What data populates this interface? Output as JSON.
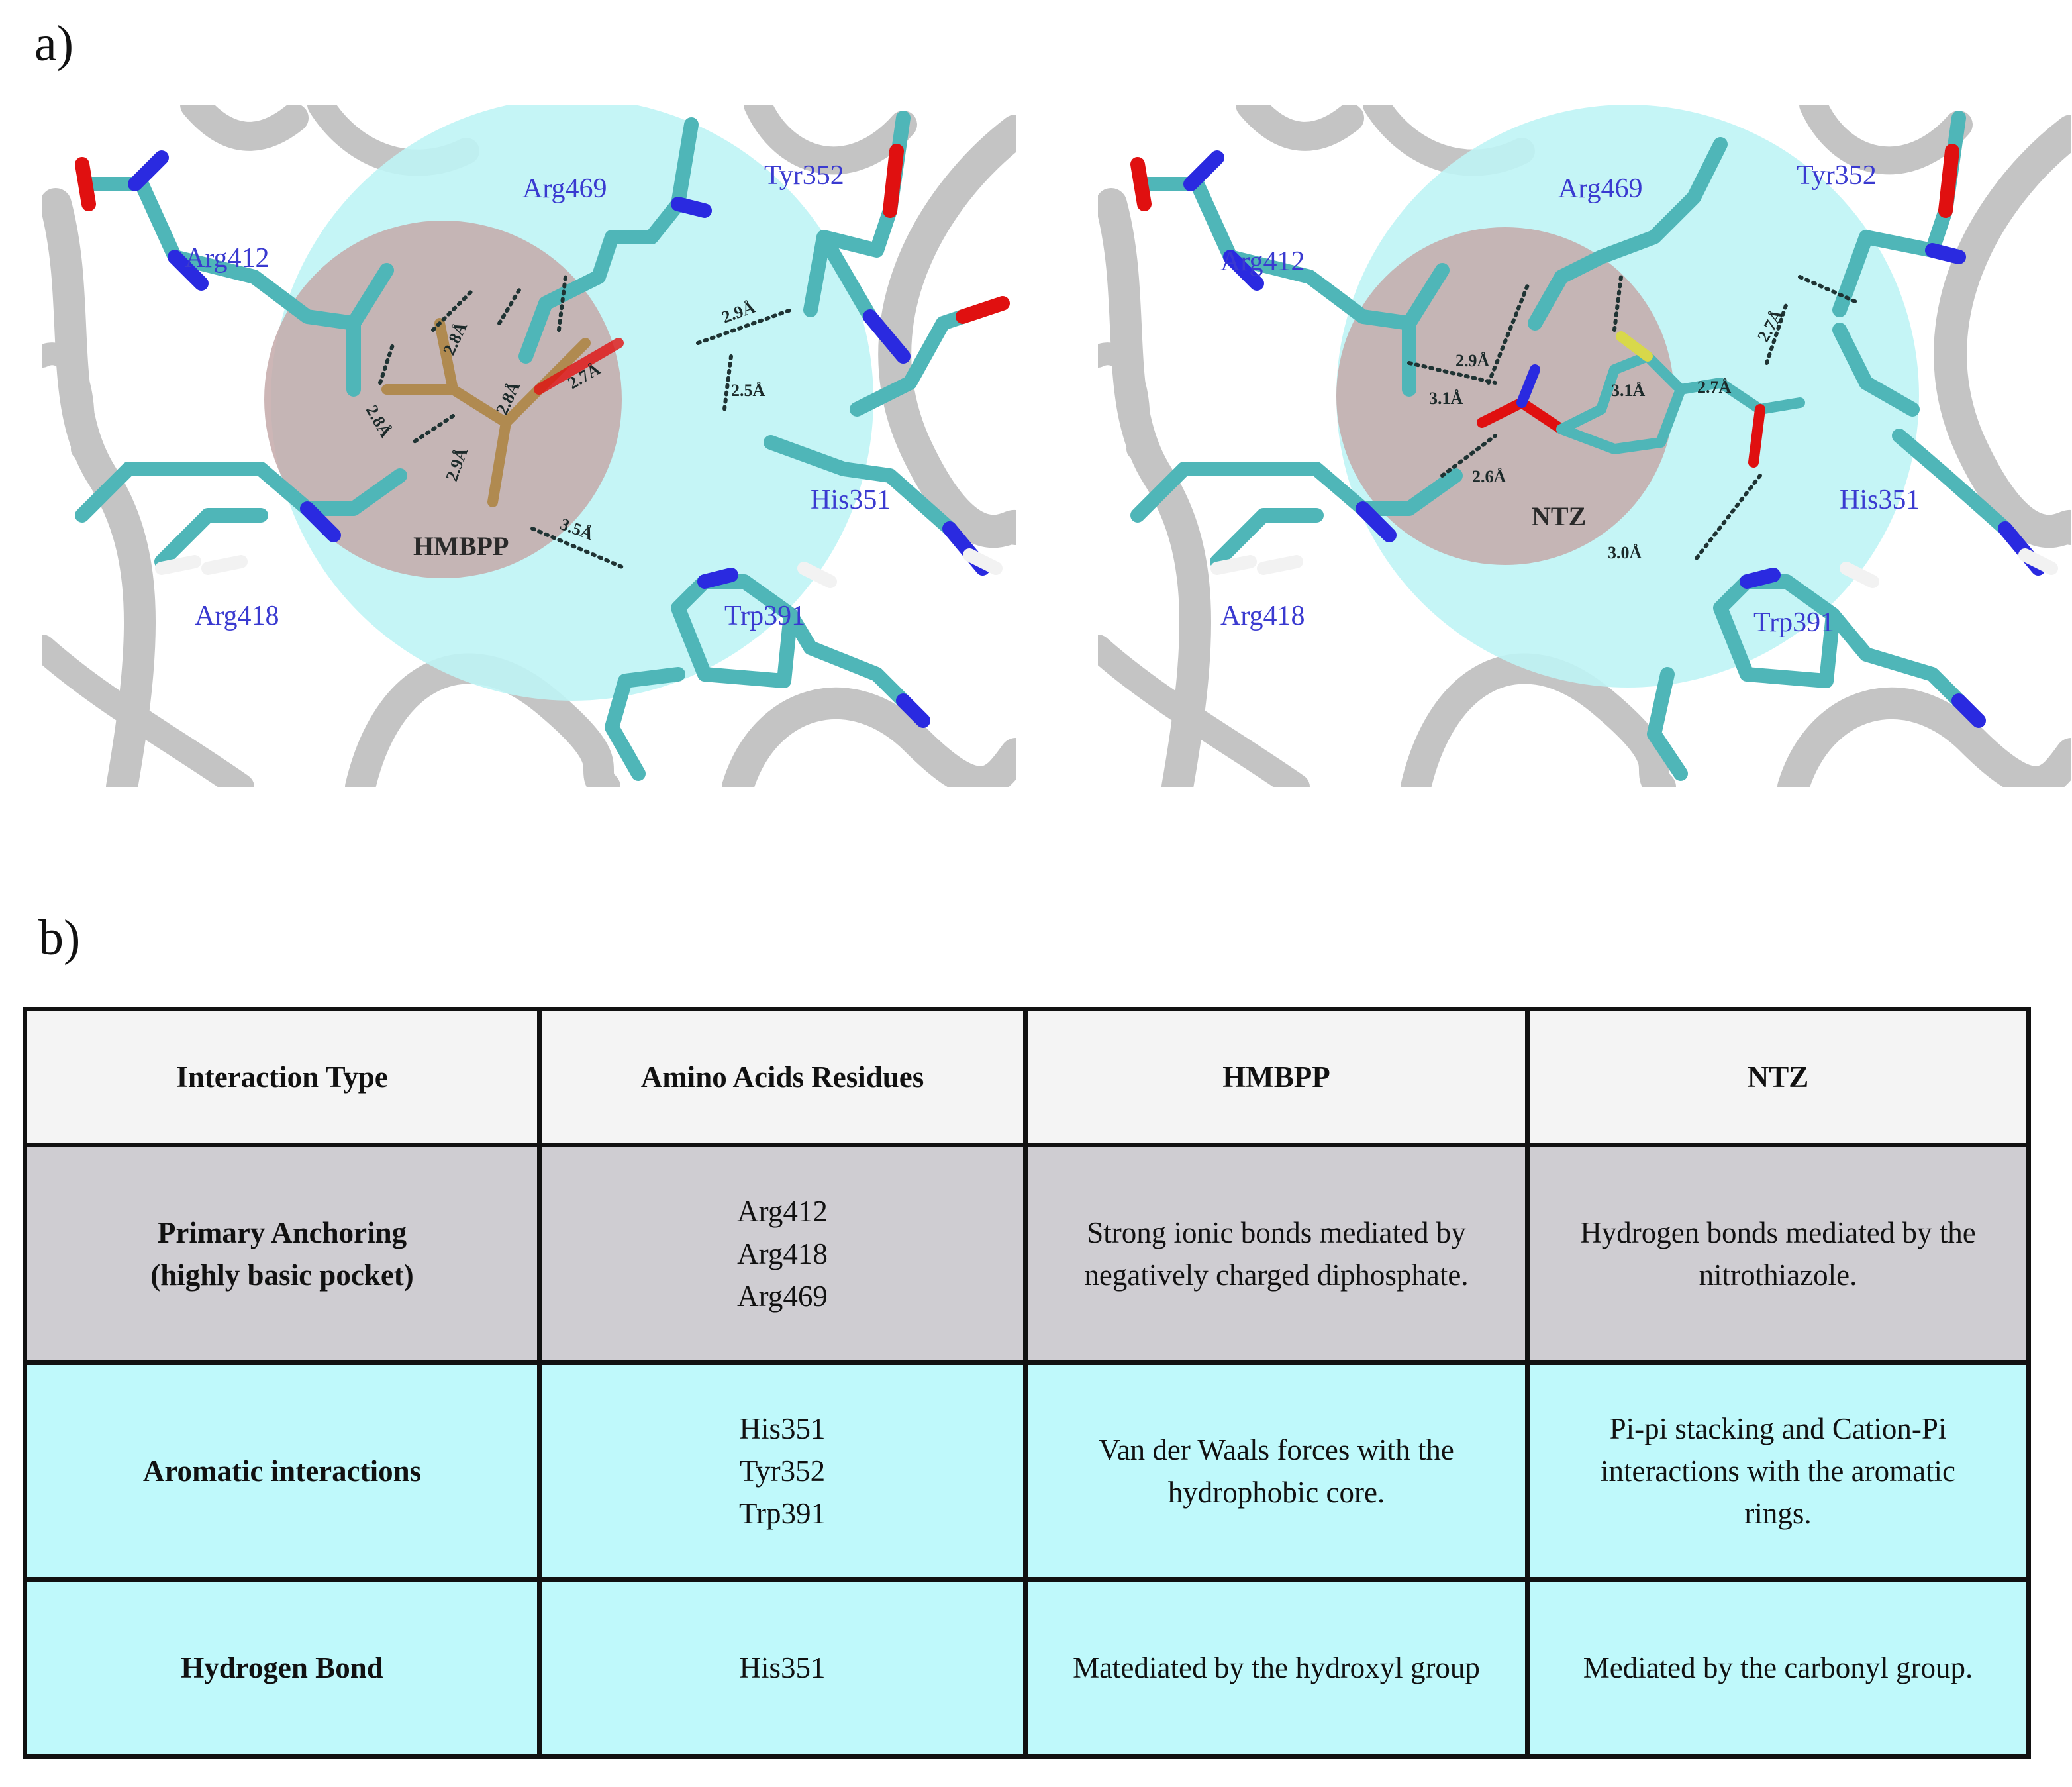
{
  "figure": {
    "panel_a_label": "a)",
    "panel_b_label": "b)"
  },
  "colors": {
    "carbon": "#4fb6b8",
    "nitrogen": "#2a2ae0",
    "oxygen": "#e01010",
    "hydrogen": "#f2f2f2",
    "sulfur": "#d8d84a",
    "phosphorus": "#b08a50",
    "ribbon": "#c4c4c4",
    "pocket_outer": "#bff4f5",
    "pocket_inner": "#c4a9a9",
    "residue_label": "#3a3ad0",
    "table_header_bg": "#f4f4f4",
    "table_grey_bg": "#cfcdd2",
    "table_cyan_bg": "#bff9fb"
  },
  "structures": [
    {
      "ligand": "HMBPP",
      "residues": [
        "Arg469",
        "Tyr352",
        "Arg412",
        "His351",
        "Arg418",
        "Trp391"
      ],
      "distances": [
        "2.8Å",
        "2.8Å",
        "2.8Å",
        "2.9Å",
        "2.7Å",
        "2.9Å",
        "2.5Å",
        "3.5Å"
      ]
    },
    {
      "ligand": "NTZ",
      "residues": [
        "Arg469",
        "Tyr352",
        "Arg412",
        "His351",
        "Arg418",
        "Trp391"
      ],
      "distances": [
        "2.9Å",
        "3.1Å",
        "2.6Å",
        "3.1Å",
        "2.7Å",
        "2.7Å",
        "3.0Å"
      ]
    }
  ],
  "table": {
    "headers": [
      "Interaction Type",
      "Amino Acids Residues",
      "HMBPP",
      "NTZ"
    ],
    "rows": [
      {
        "type_lines": [
          "Primary Anchoring",
          "(highly basic pocket)"
        ],
        "residues": [
          "Arg412",
          "Arg418",
          "Arg469"
        ],
        "hmbpp_lines": [
          "Strong ionic bonds mediated by",
          "negatively charged diphosphate."
        ],
        "ntz_lines": [
          "Hydrogen bonds mediated by the",
          "nitrothiazole."
        ]
      },
      {
        "type_lines": [
          "Aromatic interactions"
        ],
        "residues": [
          "His351",
          "Tyr352",
          "Trp391"
        ],
        "hmbpp_lines": [
          "Van der Waals forces with the",
          "hydrophobic core."
        ],
        "ntz_lines": [
          "Pi-pi stacking and Cation-Pi",
          "interactions with the aromatic",
          "rings."
        ]
      },
      {
        "type_lines": [
          "Hydrogen Bond"
        ],
        "residues": [
          "His351"
        ],
        "hmbpp_lines": [
          "Matediated by the hydroxyl group"
        ],
        "ntz_lines": [
          "Mediated by the carbonyl group."
        ]
      }
    ]
  }
}
